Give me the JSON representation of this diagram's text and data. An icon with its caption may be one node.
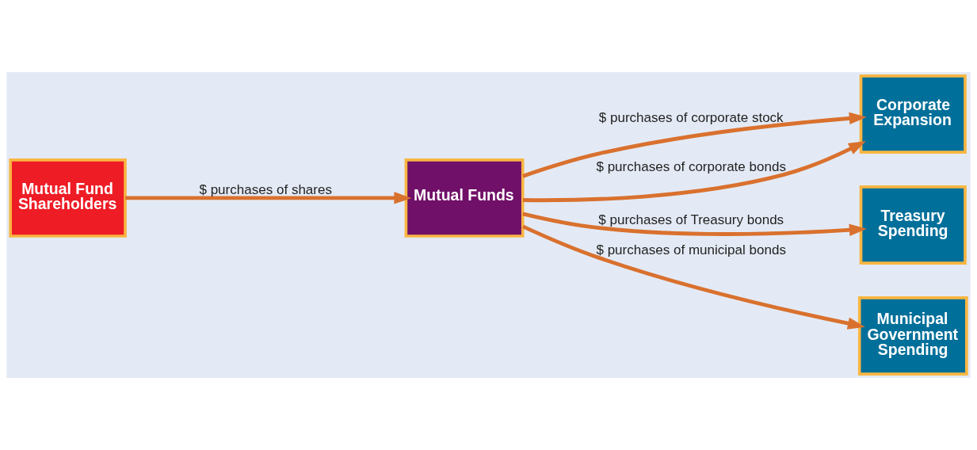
{
  "diagram": {
    "nodes": [
      {
        "text": [
          "Mutual Fund Shareholders"
        ]
      },
      {
        "text": [
          "Mutual Funds"
        ]
      },
      {
        "text": [
          "Corporate Expansion"
        ]
      },
      {
        "text": [
          "Treasury Spending"
        ]
      },
      {
        "text": [
          "Municipal Government Spending"
        ]
      }
    ],
    "edges": [
      {
        "from": 0,
        "to": 1,
        "arrow": "to",
        "label": "$ purchases of shares"
      },
      {
        "from": 1,
        "to": 2,
        "arrow": "to",
        "label": "$ purchases of corporate stock"
      },
      {
        "from": 1,
        "to": 2,
        "arrow": "to",
        "label": "$ purchases of corporate bonds"
      },
      {
        "from": 1,
        "to": 3,
        "arrow": "to",
        "label": "$ purchases of Treasury bonds"
      },
      {
        "from": 1,
        "to": 4,
        "arrow": "to",
        "label": "$ purchases of municipal bonds"
      }
    ]
  }
}
